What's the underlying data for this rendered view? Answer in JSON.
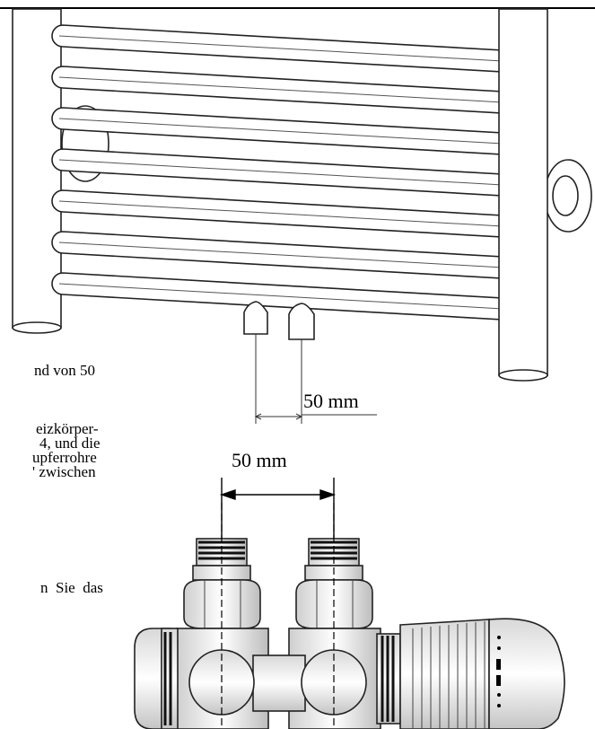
{
  "left_text_fragments": {
    "line1": "nd von 50",
    "line2": "eizkörper-",
    "line3": "4, und die",
    "line4": "upferrohre",
    "line5": "' zwischen",
    "line6": "n  Sie  das"
  },
  "dimensions": {
    "radiator_spacing": "50 mm",
    "valve_spacing": "50 mm"
  }
}
